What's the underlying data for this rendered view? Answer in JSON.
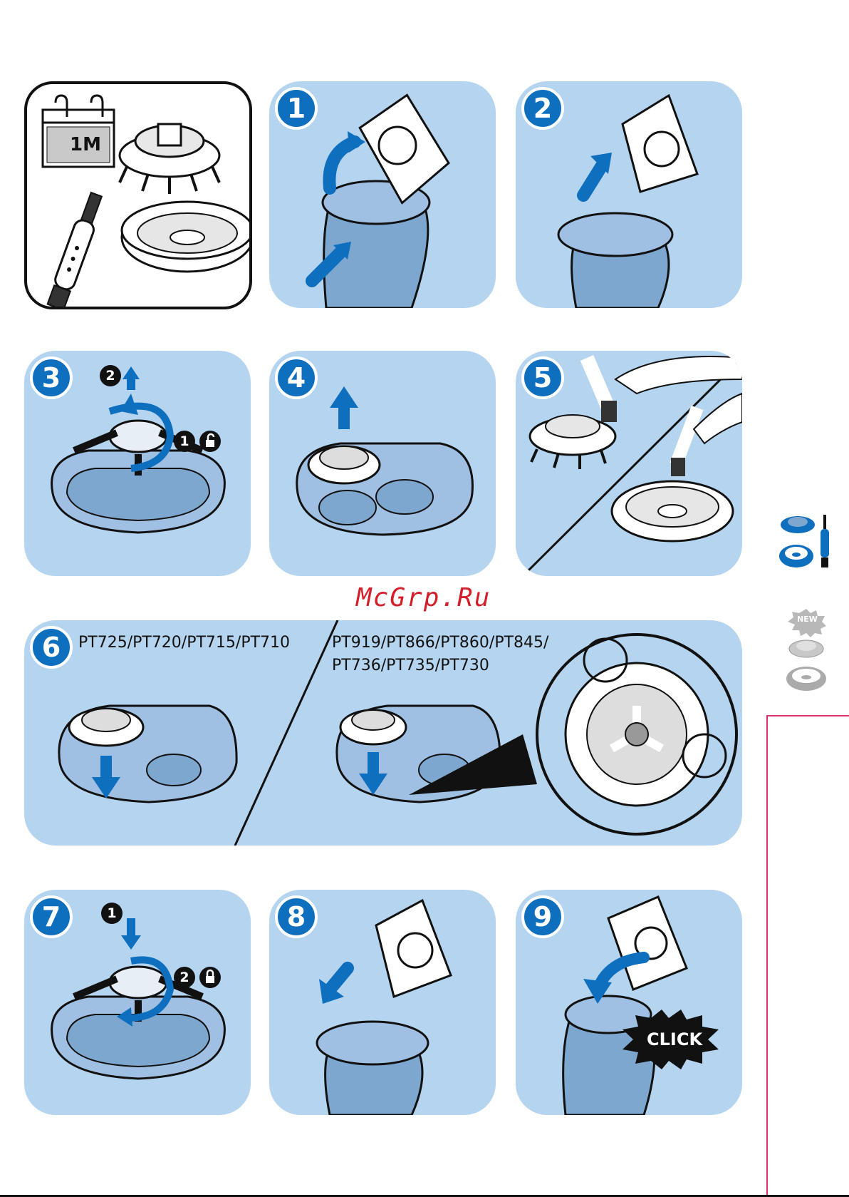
{
  "intro": {
    "calendar_label": "1M"
  },
  "steps": [
    {
      "number": "1"
    },
    {
      "number": "2"
    },
    {
      "number": "3"
    },
    {
      "number": "4"
    },
    {
      "number": "5"
    },
    {
      "number": "6"
    },
    {
      "number": "7"
    },
    {
      "number": "8"
    },
    {
      "number": "9"
    }
  ],
  "step3": {
    "sub1": "1",
    "sub2": "2"
  },
  "step6": {
    "models_left": "PT725/PT720/PT715/PT710",
    "models_right_line1": "PT919/PT866/PT860/PT845/",
    "models_right_line2": "PT736/PT735/PT730"
  },
  "step7": {
    "sub1": "1",
    "sub2": "2"
  },
  "step9": {
    "click_label": "CLICK"
  },
  "side_icons": {
    "new_label": "NEW"
  },
  "watermark": "McGrp.Ru",
  "colors": {
    "panel": "#b5d4ef",
    "accent": "#0f6fbf",
    "watermark": "#d41f2a"
  }
}
